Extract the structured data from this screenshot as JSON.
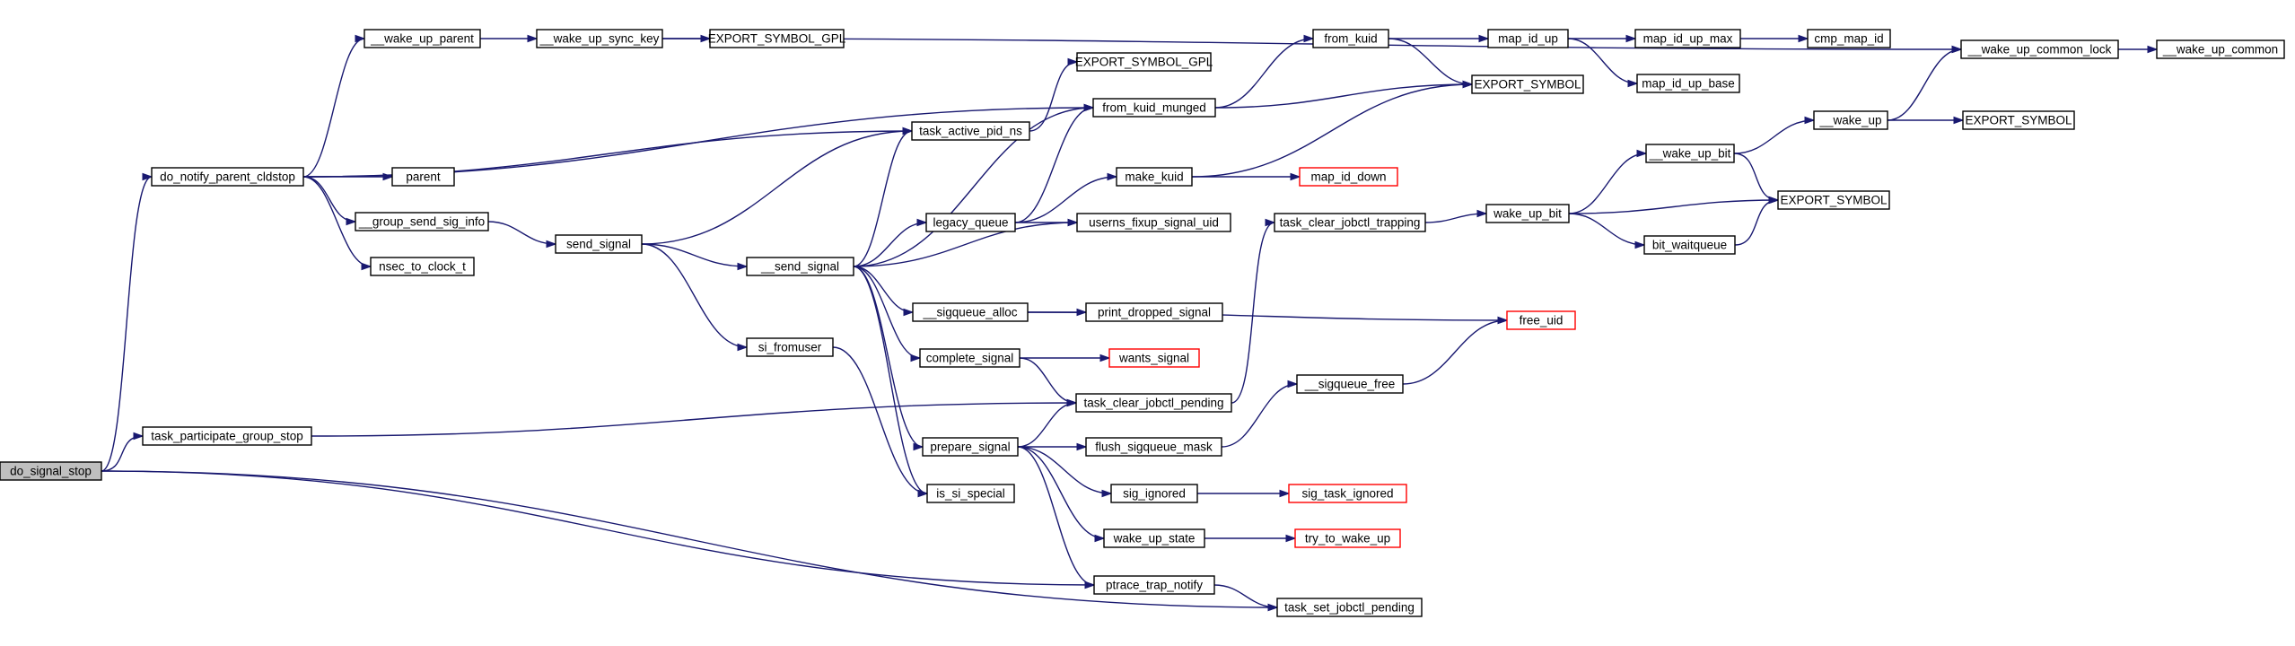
{
  "graph": {
    "colors": {
      "edge": "#191970",
      "node_border": "#000000",
      "truncated_border": "#ff0000",
      "root_fill": "#bfbfbf",
      "node_fill": "#ffffff"
    },
    "nodes": [
      {
        "id": "do_signal_stop",
        "label": "do_signal_stop",
        "root": true
      },
      {
        "id": "do_notify_parent_cldstop",
        "label": "do_notify_parent_cldstop"
      },
      {
        "id": "task_participate_group_stop",
        "label": "task_participate_group_stop"
      },
      {
        "id": "__wake_up_parent",
        "label": "__wake_up_parent"
      },
      {
        "id": "__wake_up_sync_key",
        "label": "__wake_up_sync_key"
      },
      {
        "id": "EXPORT_SYMBOL_GPL_1",
        "label": "EXPORT_SYMBOL_GPL"
      },
      {
        "id": "parent",
        "label": "parent"
      },
      {
        "id": "__group_send_sig_info",
        "label": "__group_send_sig_info"
      },
      {
        "id": "nsec_to_clock_t",
        "label": "nsec_to_clock_t"
      },
      {
        "id": "send_signal",
        "label": "send_signal"
      },
      {
        "id": "si_fromuser",
        "label": "si_fromuser"
      },
      {
        "id": "__send_signal",
        "label": "__send_signal"
      },
      {
        "id": "task_active_pid_ns",
        "label": "task_active_pid_ns"
      },
      {
        "id": "EXPORT_SYMBOL_GPL_2",
        "label": "EXPORT_SYMBOL_GPL"
      },
      {
        "id": "from_kuid_munged",
        "label": "from_kuid_munged"
      },
      {
        "id": "legacy_queue",
        "label": "legacy_queue"
      },
      {
        "id": "make_kuid",
        "label": "make_kuid"
      },
      {
        "id": "userns_fixup_signal_uid",
        "label": "userns_fixup_signal_uid"
      },
      {
        "id": "__sigqueue_alloc",
        "label": "__sigqueue_alloc"
      },
      {
        "id": "print_dropped_signal",
        "label": "print_dropped_signal"
      },
      {
        "id": "complete_signal",
        "label": "complete_signal"
      },
      {
        "id": "wants_signal",
        "label": "wants_signal",
        "truncated": true
      },
      {
        "id": "task_clear_jobctl_pending",
        "label": "task_clear_jobctl_pending"
      },
      {
        "id": "prepare_signal",
        "label": "prepare_signal"
      },
      {
        "id": "flush_sigqueue_mask",
        "label": "flush_sigqueue_mask"
      },
      {
        "id": "is_si_special",
        "label": "is_si_special"
      },
      {
        "id": "sig_ignored",
        "label": "sig_ignored"
      },
      {
        "id": "sig_task_ignored",
        "label": "sig_task_ignored",
        "truncated": true
      },
      {
        "id": "wake_up_state",
        "label": "wake_up_state"
      },
      {
        "id": "try_to_wake_up",
        "label": "try_to_wake_up",
        "truncated": true
      },
      {
        "id": "ptrace_trap_notify",
        "label": "ptrace_trap_notify"
      },
      {
        "id": "task_set_jobctl_pending",
        "label": "task_set_jobctl_pending"
      },
      {
        "id": "from_kuid",
        "label": "from_kuid"
      },
      {
        "id": "map_id_up",
        "label": "map_id_up"
      },
      {
        "id": "map_id_up_max",
        "label": "map_id_up_max"
      },
      {
        "id": "cmp_map_id",
        "label": "cmp_map_id"
      },
      {
        "id": "map_id_up_base",
        "label": "map_id_up_base"
      },
      {
        "id": "EXPORT_SYMBOL_1",
        "label": "EXPORT_SYMBOL"
      },
      {
        "id": "map_id_down",
        "label": "map_id_down",
        "truncated": true
      },
      {
        "id": "task_clear_jobctl_trapping",
        "label": "task_clear_jobctl_trapping"
      },
      {
        "id": "wake_up_bit",
        "label": "wake_up_bit"
      },
      {
        "id": "__wake_up_bit",
        "label": "__wake_up_bit"
      },
      {
        "id": "bit_waitqueue",
        "label": "bit_waitqueue"
      },
      {
        "id": "__wake_up",
        "label": "__wake_up"
      },
      {
        "id": "EXPORT_SYMBOL_2",
        "label": "EXPORT_SYMBOL"
      },
      {
        "id": "EXPORT_SYMBOL_3",
        "label": "EXPORT_SYMBOL"
      },
      {
        "id": "__sigqueue_free",
        "label": "__sigqueue_free"
      },
      {
        "id": "free_uid",
        "label": "free_uid",
        "truncated": true
      },
      {
        "id": "__wake_up_common_lock",
        "label": "__wake_up_common_lock"
      },
      {
        "id": "__wake_up_common",
        "label": "__wake_up_common"
      }
    ],
    "edges": [
      [
        "do_signal_stop",
        "do_notify_parent_cldstop"
      ],
      [
        "do_signal_stop",
        "task_participate_group_stop"
      ],
      [
        "do_signal_stop",
        "ptrace_trap_notify"
      ],
      [
        "do_signal_stop",
        "task_set_jobctl_pending"
      ],
      [
        "do_notify_parent_cldstop",
        "__wake_up_parent"
      ],
      [
        "do_notify_parent_cldstop",
        "from_kuid_munged"
      ],
      [
        "do_notify_parent_cldstop",
        "task_active_pid_ns"
      ],
      [
        "do_notify_parent_cldstop",
        "parent"
      ],
      [
        "do_notify_parent_cldstop",
        "__group_send_sig_info"
      ],
      [
        "do_notify_parent_cldstop",
        "nsec_to_clock_t"
      ],
      [
        "__wake_up_parent",
        "__wake_up_sync_key"
      ],
      [
        "__wake_up_sync_key",
        "EXPORT_SYMBOL_GPL_1"
      ],
      [
        "__wake_up_sync_key",
        "__wake_up_common_lock"
      ],
      [
        "__group_send_sig_info",
        "send_signal"
      ],
      [
        "send_signal",
        "task_active_pid_ns"
      ],
      [
        "send_signal",
        "__send_signal"
      ],
      [
        "send_signal",
        "si_fromuser"
      ],
      [
        "si_fromuser",
        "is_si_special"
      ],
      [
        "__send_signal",
        "task_active_pid_ns"
      ],
      [
        "__send_signal",
        "from_kuid_munged"
      ],
      [
        "__send_signal",
        "legacy_queue"
      ],
      [
        "__send_signal",
        "userns_fixup_signal_uid"
      ],
      [
        "__send_signal",
        "__sigqueue_alloc"
      ],
      [
        "__send_signal",
        "complete_signal"
      ],
      [
        "__send_signal",
        "prepare_signal"
      ],
      [
        "__send_signal",
        "is_si_special"
      ],
      [
        "task_active_pid_ns",
        "EXPORT_SYMBOL_GPL_2"
      ],
      [
        "from_kuid_munged",
        "from_kuid"
      ],
      [
        "from_kuid_munged",
        "EXPORT_SYMBOL_1"
      ],
      [
        "legacy_queue",
        "from_kuid_munged"
      ],
      [
        "legacy_queue",
        "make_kuid"
      ],
      [
        "legacy_queue",
        "userns_fixup_signal_uid"
      ],
      [
        "make_kuid",
        "EXPORT_SYMBOL_1"
      ],
      [
        "make_kuid",
        "map_id_down"
      ],
      [
        "__sigqueue_alloc",
        "print_dropped_signal"
      ],
      [
        "__sigqueue_alloc",
        "free_uid"
      ],
      [
        "complete_signal",
        "wants_signal"
      ],
      [
        "complete_signal",
        "task_clear_jobctl_pending"
      ],
      [
        "task_participate_group_stop",
        "task_clear_jobctl_pending"
      ],
      [
        "task_clear_jobctl_pending",
        "task_clear_jobctl_trapping"
      ],
      [
        "prepare_signal",
        "task_clear_jobctl_pending"
      ],
      [
        "prepare_signal",
        "flush_sigqueue_mask"
      ],
      [
        "prepare_signal",
        "sig_ignored"
      ],
      [
        "prepare_signal",
        "wake_up_state"
      ],
      [
        "prepare_signal",
        "ptrace_trap_notify"
      ],
      [
        "flush_sigqueue_mask",
        "__sigqueue_free"
      ],
      [
        "__sigqueue_free",
        "free_uid"
      ],
      [
        "sig_ignored",
        "sig_task_ignored"
      ],
      [
        "wake_up_state",
        "try_to_wake_up"
      ],
      [
        "ptrace_trap_notify",
        "task_set_jobctl_pending"
      ],
      [
        "from_kuid",
        "map_id_up"
      ],
      [
        "from_kuid",
        "EXPORT_SYMBOL_1"
      ],
      [
        "map_id_up",
        "map_id_up_max"
      ],
      [
        "map_id_up",
        "map_id_up_base"
      ],
      [
        "map_id_up_max",
        "cmp_map_id"
      ],
      [
        "task_clear_jobctl_trapping",
        "wake_up_bit"
      ],
      [
        "wake_up_bit",
        "__wake_up_bit"
      ],
      [
        "wake_up_bit",
        "EXPORT_SYMBOL_3"
      ],
      [
        "wake_up_bit",
        "bit_waitqueue"
      ],
      [
        "__wake_up_bit",
        "__wake_up"
      ],
      [
        "__wake_up_bit",
        "EXPORT_SYMBOL_3"
      ],
      [
        "bit_waitqueue",
        "EXPORT_SYMBOL_3"
      ],
      [
        "__wake_up",
        "__wake_up_common_lock"
      ],
      [
        "__wake_up",
        "EXPORT_SYMBOL_2"
      ],
      [
        "__wake_up_common_lock",
        "__wake_up_common"
      ]
    ]
  }
}
